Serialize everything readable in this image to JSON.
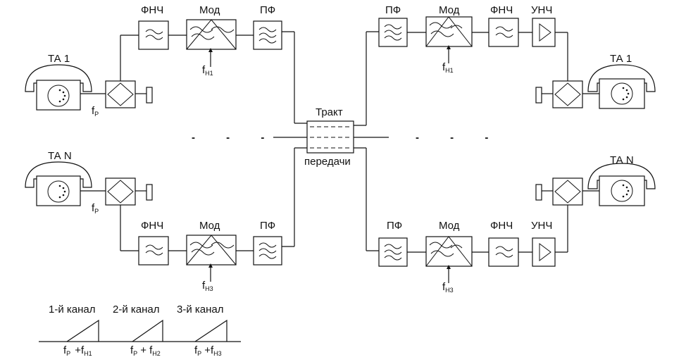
{
  "labels": {
    "lpf": "ФНЧ",
    "mod": "Мод",
    "bpf": "ПФ",
    "amp": "УНЧ",
    "trakt_1": "Тракт",
    "trakt_2": "передачи",
    "ta1": "ТА 1",
    "tan": "ТА N",
    "dots": "- - -"
  },
  "freq": {
    "f": "f",
    "p": "Р",
    "n1": "Н1",
    "n3": "Н3",
    "plus": "+"
  },
  "spectrum": {
    "channels": [
      "1-й канал",
      "2-й канал",
      "3-й канал"
    ],
    "freqs": [
      {
        "f1": "f",
        "s1": "Р",
        "plus": "+f",
        "s2": "Н1"
      },
      {
        "f1": "f",
        "s1": "Р",
        "plus": "+ f",
        "s2": "Н2"
      },
      {
        "f1": "f",
        "s1": "Р",
        "plus": "+f",
        "s2": "Н3"
      }
    ]
  },
  "icons": [
    "telephone-icon",
    "hybrid-transformer-icon",
    "lowpass-filter-icon",
    "modulator-icon",
    "bandpass-filter-icon",
    "amplifier-icon",
    "transmission-path-icon"
  ]
}
